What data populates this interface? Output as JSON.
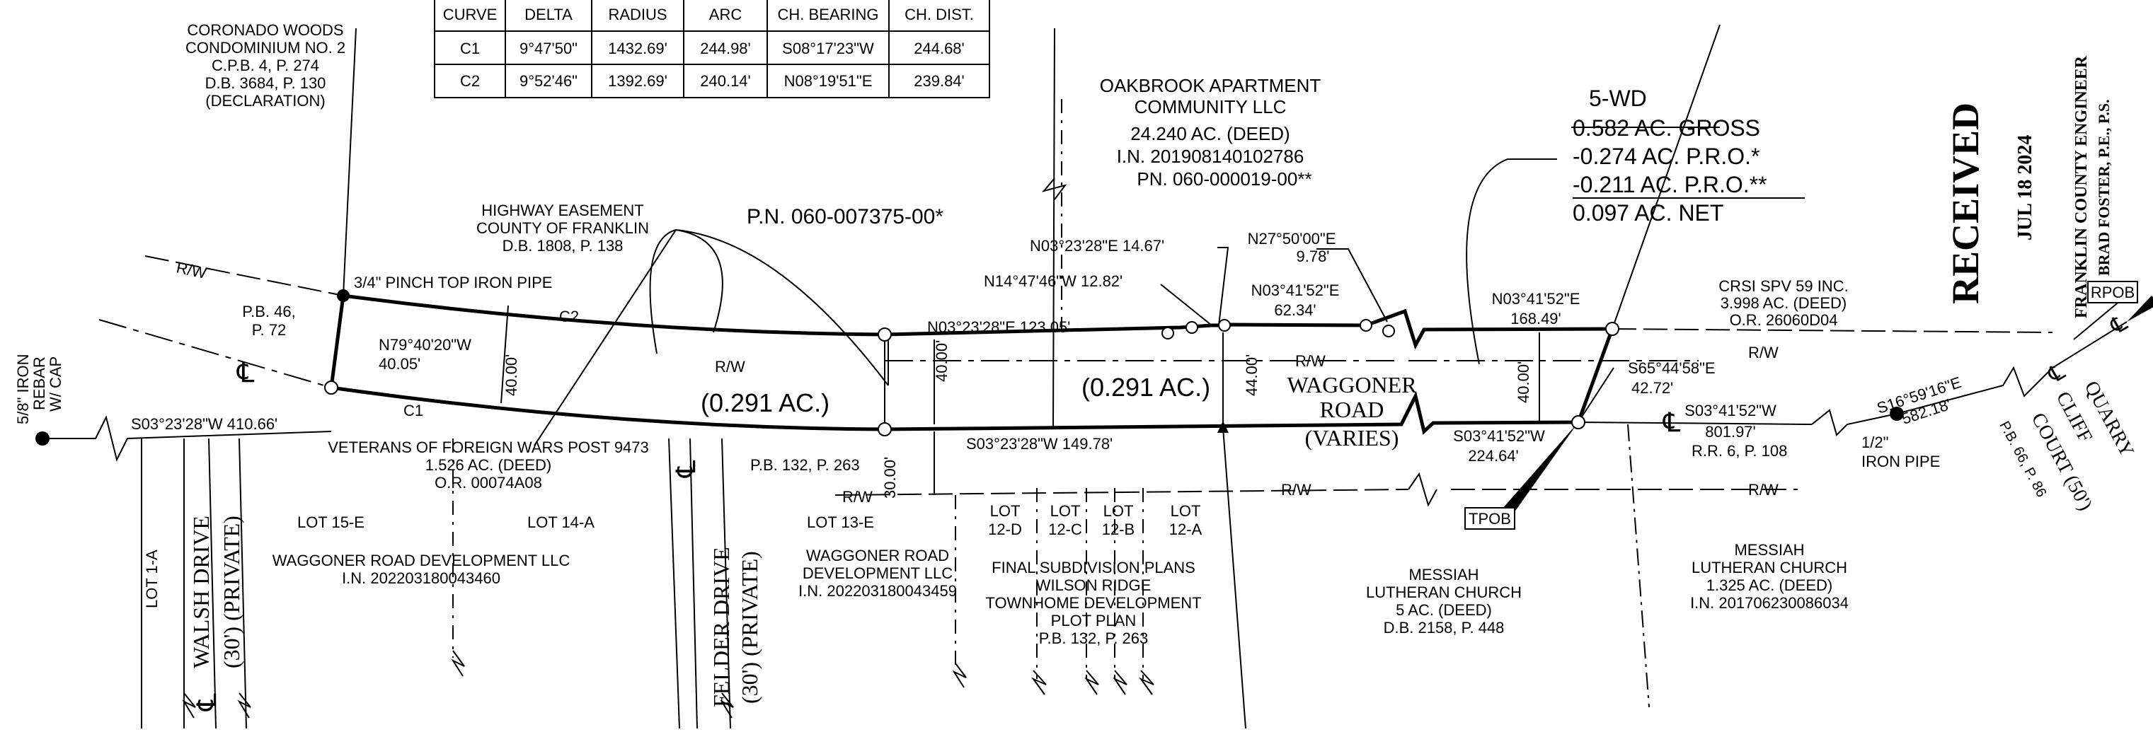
{
  "curve_table": {
    "headers": [
      "CURVE",
      "DELTA",
      "RADIUS",
      "ARC",
      "CH. BEARING",
      "CH. DIST."
    ],
    "rows": [
      [
        "C1",
        "9°47'50\"",
        "1432.69'",
        "244.98'",
        "S08°17'23\"W",
        "244.68'"
      ],
      [
        "C2",
        "9°52'46\"",
        "1392.69'",
        "240.14'",
        "N08°19'51\"E",
        "239.84'"
      ]
    ]
  },
  "coronado": [
    "CORONADO WOODS",
    "CONDOMINIUM NO. 2",
    "C.P.B. 4, P. 274",
    "D.B. 3684, P. 130",
    "(DECLARATION)"
  ],
  "oakbrook": [
    "OAKBROOK APARTMENT",
    "COMMUNITY LLC",
    "24.240 AC. (DEED)",
    "I.N. 201908140102786",
    "PN. 060-000019-00**"
  ],
  "area_summary": [
    "5-WD",
    "0.582  AC.  GROSS",
    "-0.274  AC.  P.R.O.*",
    "-0.211  AC.  P.R.O.**",
    "0.097  AC.  NET"
  ],
  "received_stamp": {
    "title": "RECEIVED",
    "date": "JUL 18 2024",
    "line1": "FRANKLIN COUNTY ENGINEER",
    "line2": "BRAD FOSTER, P.E., P.S."
  },
  "highway_easement": [
    "HIGHWAY EASEMENT",
    "COUNTY OF FRANKLIN",
    "D.B. 1808, P. 138"
  ],
  "pn_007375": "P.N. 060-007375-00*",
  "iron_pipe_label": "3/4\" PINCH TOP IRON PIPE",
  "pb46": [
    "P.B. 46,",
    "P. 72"
  ],
  "rw": "R/W",
  "cl": "℄",
  "call_n79": [
    "N79°40'20\"W",
    "40.05'"
  ],
  "c1": "C1",
  "c2": "C2",
  "dim_40": "40.00'",
  "dim_44": "44.00'",
  "dim_30": "30.00'",
  "area_label": "(0.291 AC.)",
  "call_n03_123": "N03°23'28\"E  123.05'",
  "call_n03_1467": "N03°23'28\"E  14.67'",
  "call_n14": "N14°47'46\"W  12.82'",
  "call_n03_6234": [
    "N03°41'52\"E",
    "62.34'"
  ],
  "call_n27": [
    "N27°50'00\"E",
    "9.78'"
  ],
  "call_n03_16849": [
    "N03°41'52\"E",
    "168.49'"
  ],
  "call_s03_14978": "S03°23'28\"W  149.78'",
  "call_s03_22464": [
    "S03°41'52\"W",
    "224.64'"
  ],
  "call_s65": [
    "S65°44'58\"E",
    "42.72'"
  ],
  "call_s03_80197": [
    "S03°41'52\"W",
    "801.97'"
  ],
  "call_s03_41066": "S03°23'28\"W  410.66'",
  "call_s16": [
    "S16°59'16\"E",
    "582.18'"
  ],
  "waggoner_road": [
    "WAGGONER",
    "ROAD",
    "(VARIES)"
  ],
  "crsi": [
    "CRSI SPV 59 INC.",
    "3.998 AC. (DEED)",
    "O.R. 26060D04"
  ],
  "rpob": "RPOB",
  "tpob": "TPOB",
  "quarry_cliff": [
    "QUARRY",
    "CLIFF",
    "COURT (50')",
    "P.B. 66, P. 86"
  ],
  "iron_rebar": [
    "5/8\" IRON",
    "REBAR",
    "W/ CAP"
  ],
  "iron_pipe_half": [
    "1/2\"",
    "IRON PIPE"
  ],
  "vfw": [
    "VETERANS OF FOREIGN WARS POST 9473",
    "1.526 AC. (DEED)",
    "O.R. 00074A08"
  ],
  "pb132": "P.B. 132, P. 263",
  "rr6": "R.R. 6, P. 108",
  "lots": {
    "lot_1a": "LOT 1-A",
    "lot_15e": "LOT 15-E",
    "lot_14a": "LOT 14-A",
    "lot_13e": "LOT 13-E",
    "lot_12d": [
      "LOT",
      "12-D"
    ],
    "lot_12c": [
      "LOT",
      "12-C"
    ],
    "lot_12b": [
      "LOT",
      "12-B"
    ],
    "lot_12a": [
      "LOT",
      "12-A"
    ]
  },
  "walsh_drive": [
    "WALSH DRIVE",
    "(30') (PRIVATE)"
  ],
  "felder_drive": [
    "FELDER DRIVE",
    "(30') (PRIVATE)"
  ],
  "waggoner_dev_1": [
    "WAGGONER ROAD DEVELOPMENT LLC",
    "I.N. 202203180043460"
  ],
  "waggoner_dev_2": [
    "WAGGONER ROAD",
    "DEVELOPMENT LLC",
    "I.N. 202203180043459"
  ],
  "wilson_ridge": [
    "FINAL SUBDIVISION PLANS",
    "WILSON RIDGE",
    "TOWNHOME DEVELOPMENT",
    "PLOT PLAN",
    "P.B. 132, P. 263"
  ],
  "messiah_1": [
    "MESSIAH",
    "LUTHERAN CHURCH",
    "5 AC. (DEED)",
    "D.B. 2158, P. 448"
  ],
  "messiah_2": [
    "MESSIAH",
    "LUTHERAN CHURCH",
    "1.325 AC. (DEED)",
    "I.N. 201706230086034"
  ]
}
